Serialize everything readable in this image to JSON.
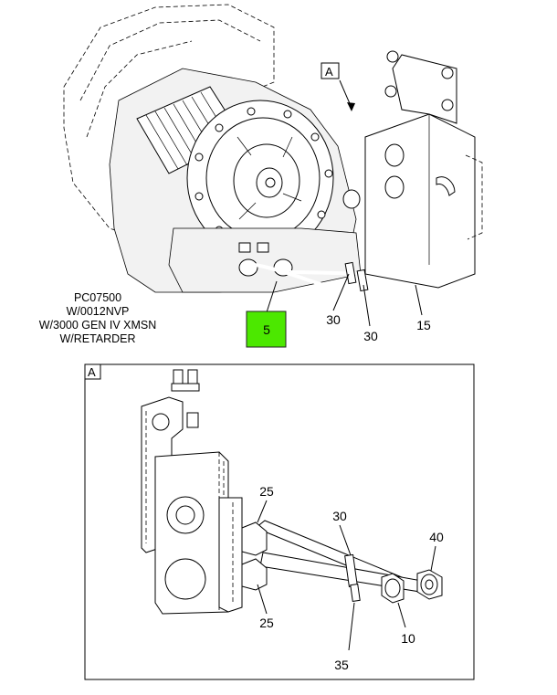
{
  "top_view": {
    "view_marker": "A",
    "caption_lines": [
      "PC07500",
      "W/0012NVP",
      "W/3000 GEN IV XMSN",
      "W/RETARDER"
    ],
    "highlight_callout": "5",
    "callouts": [
      "30",
      "30",
      "15"
    ],
    "highlight_color": "#4ce800"
  },
  "detail_view": {
    "view_marker": "A",
    "callouts": [
      "25",
      "25",
      "30",
      "35",
      "40",
      "10"
    ]
  }
}
